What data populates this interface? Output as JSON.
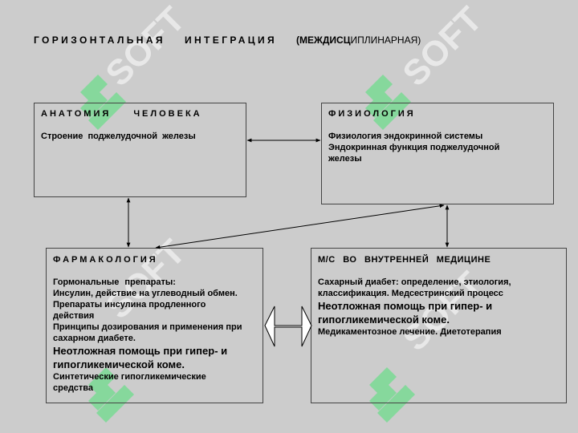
{
  "title": {
    "part1": "ГОРИЗОНТАЛЬНАЯ",
    "part2": "ИНТЕГРАЦИЯ",
    "part3_bold": "(МЕЖДИСЦ",
    "part3_rest": "ИПЛИНАРНАЯ)"
  },
  "boxes": {
    "anatomy": {
      "heading": "АНАТОМИЯ ЧЕЛОВЕКА",
      "text": "Строение поджелудочной железы"
    },
    "physiology": {
      "heading": "ФИЗИОЛОГИЯ",
      "line1": "Физиология эндокринной системы",
      "line2": "Эндокринная функция поджелудочной железы"
    },
    "pharmacology": {
      "heading": "ФАРМАКОЛОГИЯ",
      "line1": "Гормональные препараты:",
      "line2": "Инсулин, действие на углеводный обмен.",
      "line3": "Препараты инсулина продленного действия",
      "line4": "Принципы дозирования и применения при сахарном диабете.",
      "big": "Неотложная помощь при гипер- и гипогликемической коме.",
      "line5": "Синтетические гипогликемические средства"
    },
    "nursing": {
      "heading": "М/С ВО ВНУТРЕННЕЙ МЕДИЦИНЕ",
      "line1": "Сахарный диабет: определение, этиология, классификация. Медсестринский процесс",
      "big": "Неотложная помощь при гипер- и гипогликемической коме.",
      "line2": "Медикаментозное лечение. Диетотерапия"
    }
  },
  "watermark": {
    "text": "SOFT",
    "color": "#6fdc8c"
  }
}
